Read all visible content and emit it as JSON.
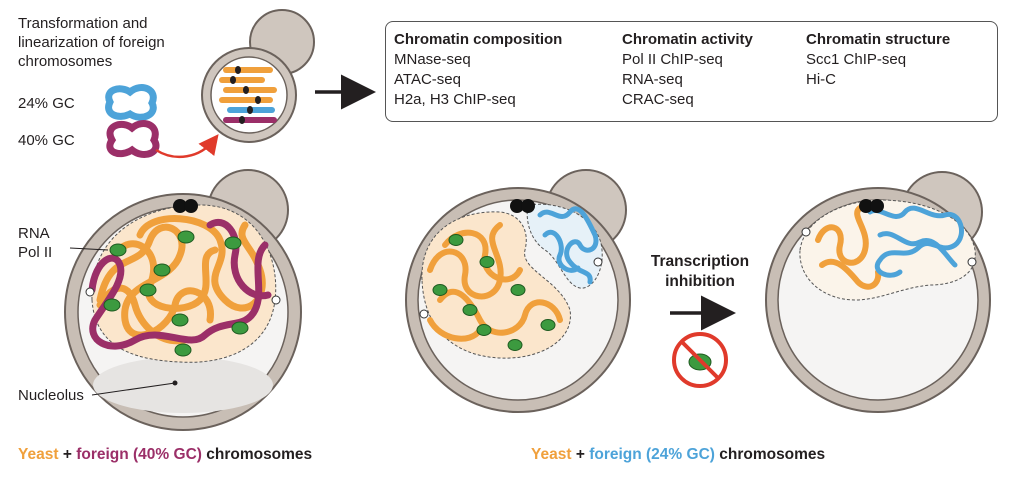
{
  "intro": {
    "title_lines": [
      "Transformation and",
      "linearization of foreign",
      "chromosomes"
    ],
    "gc24_label": "24% GC",
    "gc40_label": "40% GC"
  },
  "assays": {
    "columns": [
      {
        "header": "Chromatin composition",
        "items": [
          "MNase-seq",
          "ATAC-seq",
          "H2a, H3 ChIP-seq"
        ]
      },
      {
        "header": "Chromatin activity",
        "items": [
          "Pol II ChIP-seq",
          "RNA-seq",
          "CRAC-seq"
        ]
      },
      {
        "header": "Chromatin structure",
        "items": [
          "Scc1 ChIP-seq",
          "Hi-C"
        ]
      }
    ]
  },
  "labels": {
    "rna_pol": [
      "RNA",
      "Pol II"
    ],
    "nucleolus": "Nucleolus",
    "transcription": [
      "Transcription",
      "inhibition"
    ]
  },
  "captions": {
    "left": {
      "yeast": "Yeast",
      "plus": " + ",
      "foreign": "foreign (40% GC)",
      "rest": " chromosomes"
    },
    "right": {
      "yeast": "Yeast",
      "plus": " + ",
      "foreign": "foreign (24% GC)",
      "rest": " chromosomes"
    }
  },
  "colors": {
    "yeast": "#f0a03c",
    "foreign40": "#9b2f68",
    "foreign24": "#4da3d9",
    "polII": "#3c9a3f",
    "cell": "#c8beb5"
  }
}
